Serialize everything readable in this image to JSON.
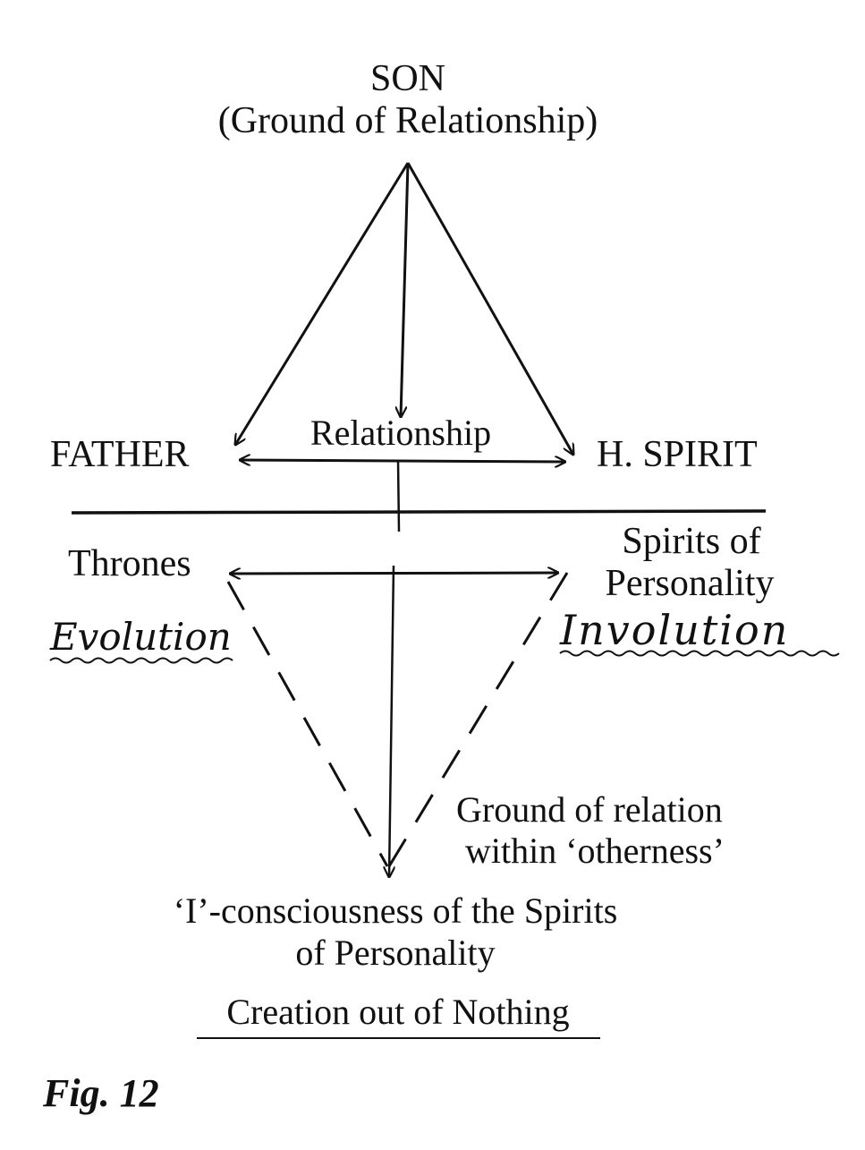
{
  "diagram": {
    "son": {
      "label": "SON",
      "subtitle": "(Ground of Relationship)"
    },
    "father": {
      "label": "FATHER"
    },
    "holy_spirit": {
      "label": "H. SPIRIT"
    },
    "relationship": {
      "label": "Relationship"
    },
    "thrones": {
      "label": "Thrones"
    },
    "spirits_of_personality": {
      "line1": "Spirits of",
      "line2": "Personality"
    },
    "evolution": {
      "label": "Evolution"
    },
    "involution": {
      "label": "Involution"
    },
    "ground_of_relation": {
      "line1": "Ground of relation",
      "line2": "within ‘otherness’"
    },
    "i_consciousness": {
      "line1": "‘I’-consciousness of the Spirits",
      "line2": "of Personality"
    },
    "creation": {
      "label": "Creation out of Nothing"
    },
    "figure_label": "Fig. 12",
    "colors": {
      "ink": "#111111",
      "background": "#ffffff"
    }
  }
}
